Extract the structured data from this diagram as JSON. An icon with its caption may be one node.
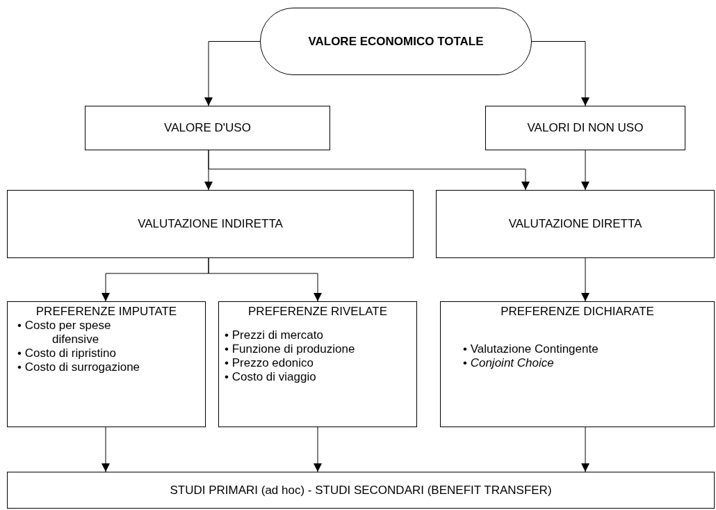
{
  "diagram": {
    "nodes": [
      {
        "text": [
          "VALORE ECONOMICO TOTALE"
        ]
      },
      {
        "text": [
          "VALORE D'USO"
        ]
      },
      {
        "text": [
          "VALORI DI NON USO"
        ]
      },
      {
        "text": [
          "VALUTAZIONE INDIRETTA"
        ]
      },
      {
        "text": [
          "VALUTAZIONE DIRETTA"
        ]
      },
      {
        "text": [
          "PREFERENZE IMPUTATE",
          "• Costo per spese difensive",
          "• Costo di ripristino",
          "• Costo di surrogazione"
        ]
      },
      {
        "text": [
          "PREFERENZE RIVELATE",
          "• Prezzi di mercato",
          "• Funzione di produzione",
          "• Prezzo edonico",
          "• Costo di viaggio"
        ]
      },
      {
        "text": [
          "PREFERENZE DICHIARATE",
          "• Valutazione Contingente",
          "• *Conjoint Choice*"
        ]
      },
      {
        "text": [
          "STUDI PRIMARI (ad hoc) - STUDI SECONDARI (BENEFIT TRANSFER)"
        ]
      }
    ],
    "edges": [
      {
        "from": 0,
        "to": 1,
        "arrow": "to"
      },
      {
        "from": 0,
        "to": 2,
        "arrow": "to"
      },
      {
        "from": 1,
        "to": 3,
        "arrow": "to"
      },
      {
        "from": 1,
        "to": 4,
        "arrow": "to"
      },
      {
        "from": 2,
        "to": 4,
        "arrow": "to"
      },
      {
        "from": 3,
        "to": 5,
        "arrow": "to"
      },
      {
        "from": 3,
        "to": 6,
        "arrow": "to"
      },
      {
        "from": 4,
        "to": 7,
        "arrow": "to"
      },
      {
        "from": 5,
        "to": 8,
        "arrow": "to"
      },
      {
        "from": 6,
        "to": 8,
        "arrow": "to"
      },
      {
        "from": 7,
        "to": 8,
        "arrow": "to"
      }
    ]
  }
}
